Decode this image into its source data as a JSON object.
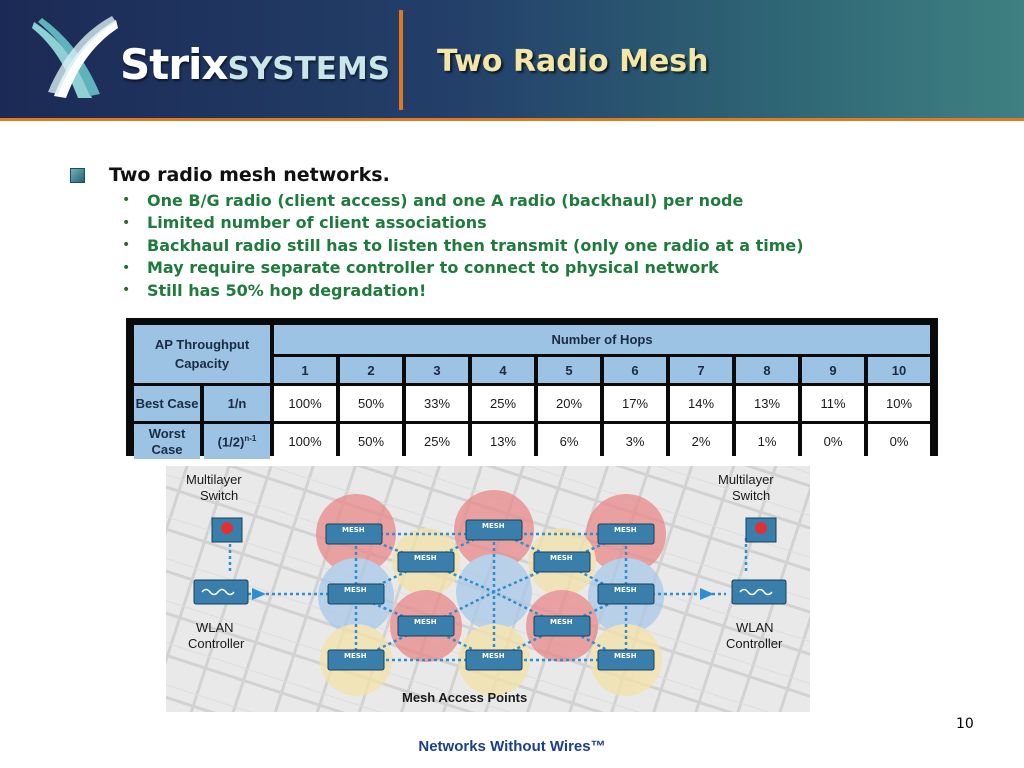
{
  "header": {
    "logo_text_strix": "Strix",
    "logo_text_systems": "SYSTEMS",
    "title": "Two Radio Mesh"
  },
  "content": {
    "main_bullet": "Two radio mesh networks.",
    "sub_bullets": [
      "One B/G radio (client access) and one A radio (backhaul) per node",
      "Limited number of client associations",
      "Backhaul radio still has to listen then transmit (only one radio at a time)",
      "May require separate controller to connect to physical network",
      "Still has 50% hop degradation!"
    ]
  },
  "table": {
    "corner_label": "AP Throughput Capacity",
    "hops_label": "Number of Hops",
    "hops": [
      "1",
      "2",
      "3",
      "4",
      "5",
      "6",
      "7",
      "8",
      "9",
      "10"
    ],
    "rows": [
      {
        "label": "Best Case",
        "formula": "1/n",
        "values": [
          "100%",
          "50%",
          "33%",
          "25%",
          "20%",
          "17%",
          "14%",
          "13%",
          "11%",
          "10%"
        ]
      },
      {
        "label": "Worst Case",
        "formula": "(1/2)",
        "formula_sup": "n-1",
        "values": [
          "100%",
          "50%",
          "25%",
          "13%",
          "6%",
          "3%",
          "2%",
          "1%",
          "0%",
          "0%"
        ]
      }
    ]
  },
  "diagram": {
    "left_switch": "Multilayer Switch",
    "right_switch": "Multilayer Switch",
    "left_controller": "WLAN Controller",
    "right_controller": "WLAN Controller",
    "mesh_label": "MESH",
    "caption": "Mesh Access Points"
  },
  "footer": {
    "page_number": "10",
    "tagline": "Networks Without Wires™"
  },
  "colors": {
    "header_dark": "#1b2a55",
    "header_teal": "#3e8182",
    "accent_orange": "#e07a1f",
    "title_cream": "#f4e6a6",
    "sub_bullet_green": "#1e7b3c",
    "table_blue": "#9cc3e4",
    "footer_blue": "#1b3f8b",
    "mesh_red": "#e88888",
    "mesh_blue": "#a8c8e8",
    "mesh_yellow": "#f4e2a8"
  }
}
